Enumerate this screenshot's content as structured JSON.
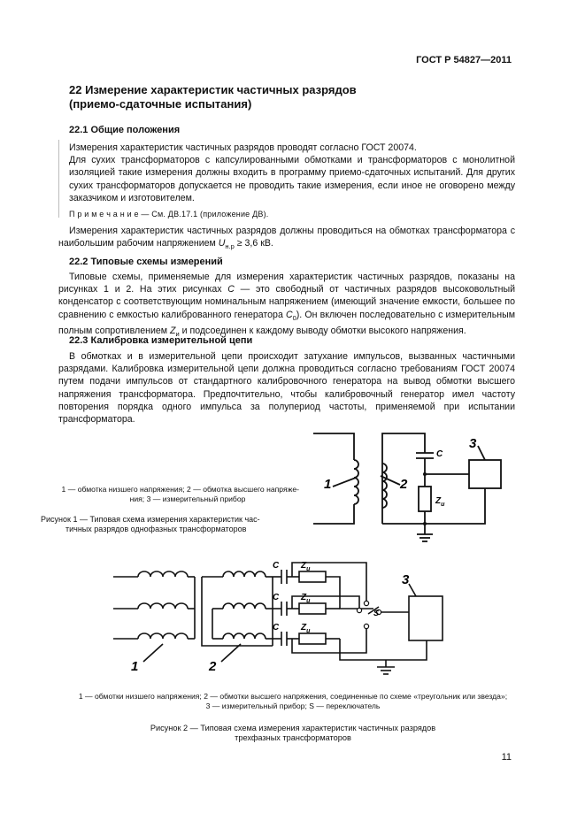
{
  "header": {
    "standard": "ГОСТ Р 54827—2011"
  },
  "section22": {
    "title_line1": "22 Измерение характеристик частичных разрядов",
    "title_line2": "(приемо-сдаточные испытания)"
  },
  "s22_1": {
    "title": "22.1 Общие положения",
    "p1": "Измерения характеристик частичных разрядов проводят согласно ГОСТ 20074.",
    "p2": "Для сухих трансформаторов с капсулированными обмотками и трансформаторов с монолитной изоляцией такие измерения должны входить в программу приемо-сдаточных испытаний. Для других сухих трансформаторов допускается не проводить такие измерения, если иное не оговорено между заказчиком и изготовителем.",
    "note": "П р и м е ч а н и е — См. ДВ.17.1 (приложение ДВ).",
    "p3_a": "Измерения характеристик частичных разрядов должны проводиться на обмотках трансформатора с наибольшим рабочим напряжением ",
    "p3_U": "U",
    "p3_sub": "н.р",
    "p3_b": " ≥ 3,6 кВ."
  },
  "s22_2": {
    "title": "22.2 Типовые схемы измерений",
    "p_a": "Типовые схемы, применяемые для измерения характеристик частичных разрядов, показаны на рисунках 1 и 2. На этих рисунках ",
    "p_C": "C",
    "p_b": " — это свободный от частичных разрядов высоковольтный конденсатор с соответствующим номинальным напряжением (имеющий значение емкости, большее по сравнению с емкостью калиброванного генератора ",
    "p_C0": "C",
    "p_C0sub": "0",
    "p_c": "). Он включен последовательно с измерительным полным сопротивлением ",
    "p_Z": "Z",
    "p_Zsub": "и",
    "p_d": " и подсоединен к каждому выводу обмотки высокого напряжения."
  },
  "s22_3": {
    "title": "22.3 Калибровка измерительной цепи",
    "p": "В обмотках и в измерительной цепи происходит затухание импульсов, вызванных частичными разрядами. Калибровка измерительной цепи должна проводиться согласно требованиям ГОСТ 20074 путем подачи импульсов от стандартного калибровочного генератора на вывод обмотки высшего напряжения трансформатора. Предпочтительно, чтобы калибровочный генератор имел частоту повторения порядка одного импульса за полупериод частоты, применяемой при испытании трансформатора."
  },
  "figure1": {
    "legend_line1": "1 — обмотка низшего напряжения; 2 — обмотка высшего напряже-",
    "legend_line2": "ния; 3 — измерительный прибор",
    "caption_line1": "Рисунок 1 — Типовая схема измерения характеристик час-",
    "caption_line2": "тичных разрядов однофазных трансформаторов",
    "label_1": "1",
    "label_2": "2",
    "label_3": "3",
    "label_C": "C",
    "label_Z": "Z",
    "label_Zsub": "и"
  },
  "figure2": {
    "legend_line1": "1 — обмотки низшего напряжения; 2 — обмотки высшего напряжения, соединенные по схеме «треугольник или звезда»;",
    "legend_line2": "3 — измерительный прибор; S — переключатель",
    "caption_line1": "Рисунок 2 — Типовая схема измерения характеристик частичных разрядов",
    "caption_line2": "трехфазных трансформаторов",
    "label_1": "1",
    "label_2": "2",
    "label_3": "3",
    "label_C": "C",
    "label_Z": "Z",
    "label_Zsub": "и",
    "label_S": "S"
  },
  "footer": {
    "page_number": "11"
  }
}
